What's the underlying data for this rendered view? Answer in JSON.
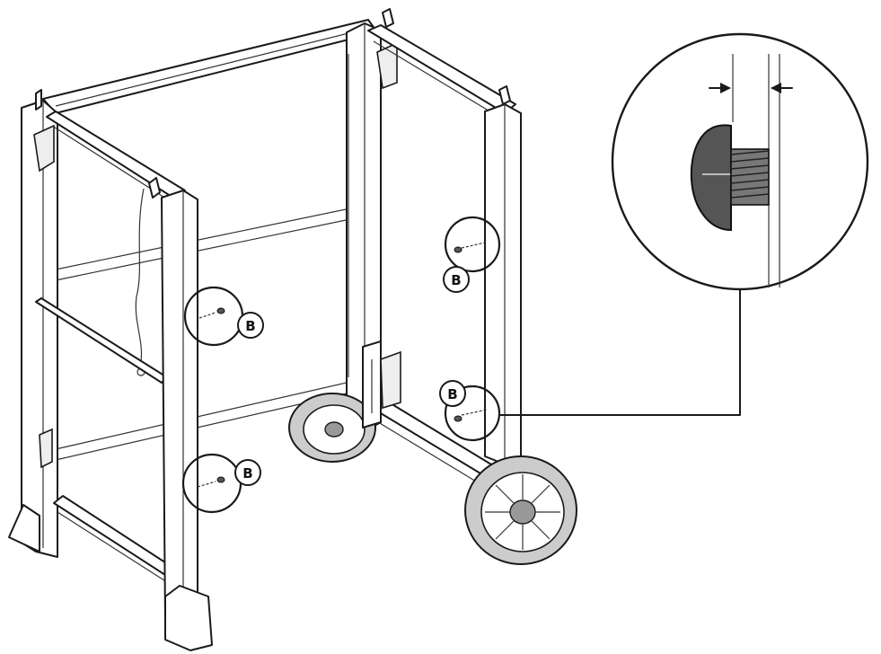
{
  "callouts": [
    {
      "label": "B"
    },
    {
      "label": "B"
    },
    {
      "label": "B"
    },
    {
      "label": "B"
    }
  ],
  "colors": {
    "line": "#1a1a1a",
    "fill": "#ffffff",
    "tire": "#cccccc",
    "screw": "#555555"
  }
}
